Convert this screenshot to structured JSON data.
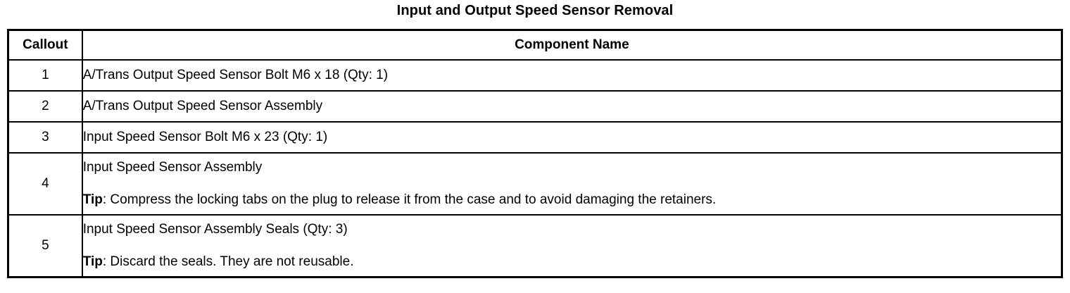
{
  "document": {
    "title": "Input and Output Speed Sensor Removal"
  },
  "table": {
    "columns": [
      {
        "key": "callout",
        "header": "Callout"
      },
      {
        "key": "component_name",
        "header": "Component Name"
      }
    ],
    "rows": [
      {
        "callout": "1",
        "name": "A/Trans Output Speed Sensor Bolt M6 x 18 (Qty: 1)",
        "tip_label": "",
        "tip_text": ""
      },
      {
        "callout": "2",
        "name": "A/Trans Output Speed Sensor Assembly",
        "tip_label": "",
        "tip_text": ""
      },
      {
        "callout": "3",
        "name": "Input Speed Sensor Bolt M6 x 23 (Qty: 1)",
        "tip_label": "",
        "tip_text": ""
      },
      {
        "callout": "4",
        "name": "Input Speed Sensor Assembly",
        "tip_label": "Tip",
        "tip_text": ": Compress the locking tabs on the plug to release it from the case and to avoid damaging the retainers."
      },
      {
        "callout": "5",
        "name": "Input Speed Sensor Assembly Seals (Qty: 3)",
        "tip_label": "Tip",
        "tip_text": ": Discard the seals. They are not reusable."
      }
    ]
  },
  "colors": {
    "background": "#ffffff",
    "text": "#000000",
    "border": "#000000"
  }
}
